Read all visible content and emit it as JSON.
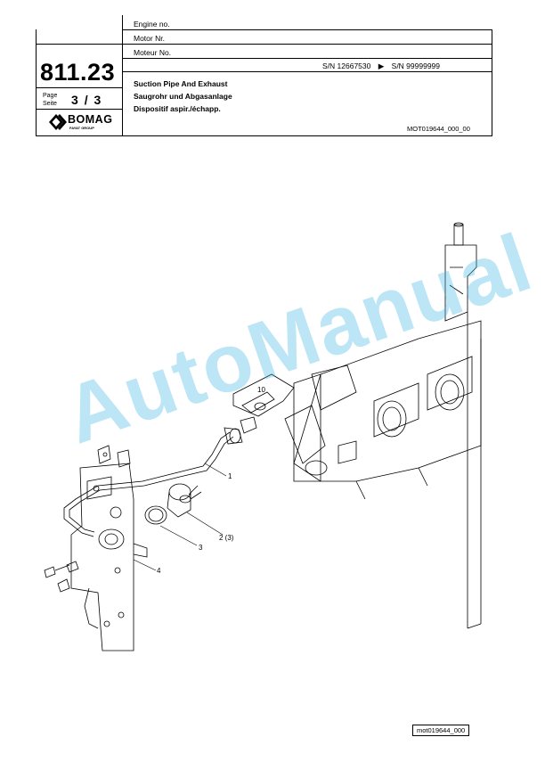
{
  "header": {
    "engine_no": "Engine no.",
    "motor_nr": "Motor Nr.",
    "moteur_no": "Moteur No.",
    "section_number": "811.23",
    "page_label": "Page",
    "seite_label": "Seite",
    "page_current": "3",
    "page_sep": "/",
    "page_total": "3",
    "brand": "BOMAG",
    "brand_sub": "FAYAT GROUP",
    "sn_from": "S/N 12667530",
    "sn_arrow": "▶",
    "sn_to": "S/N 99999999",
    "title_en": "Suction Pipe And Exhaust",
    "title_de": "Saugrohr und Abgasanlage",
    "title_fr": "Dispositif aspir./échapp.",
    "doc_code": "MOT019644_000_00"
  },
  "drawing": {
    "callouts": [
      "10",
      "1",
      "2 (3)",
      "3",
      "4"
    ],
    "stamp": "mot019644_000",
    "watermark": "AutoManual"
  },
  "colors": {
    "watermark": "#40b5e6",
    "line": "#000000"
  }
}
